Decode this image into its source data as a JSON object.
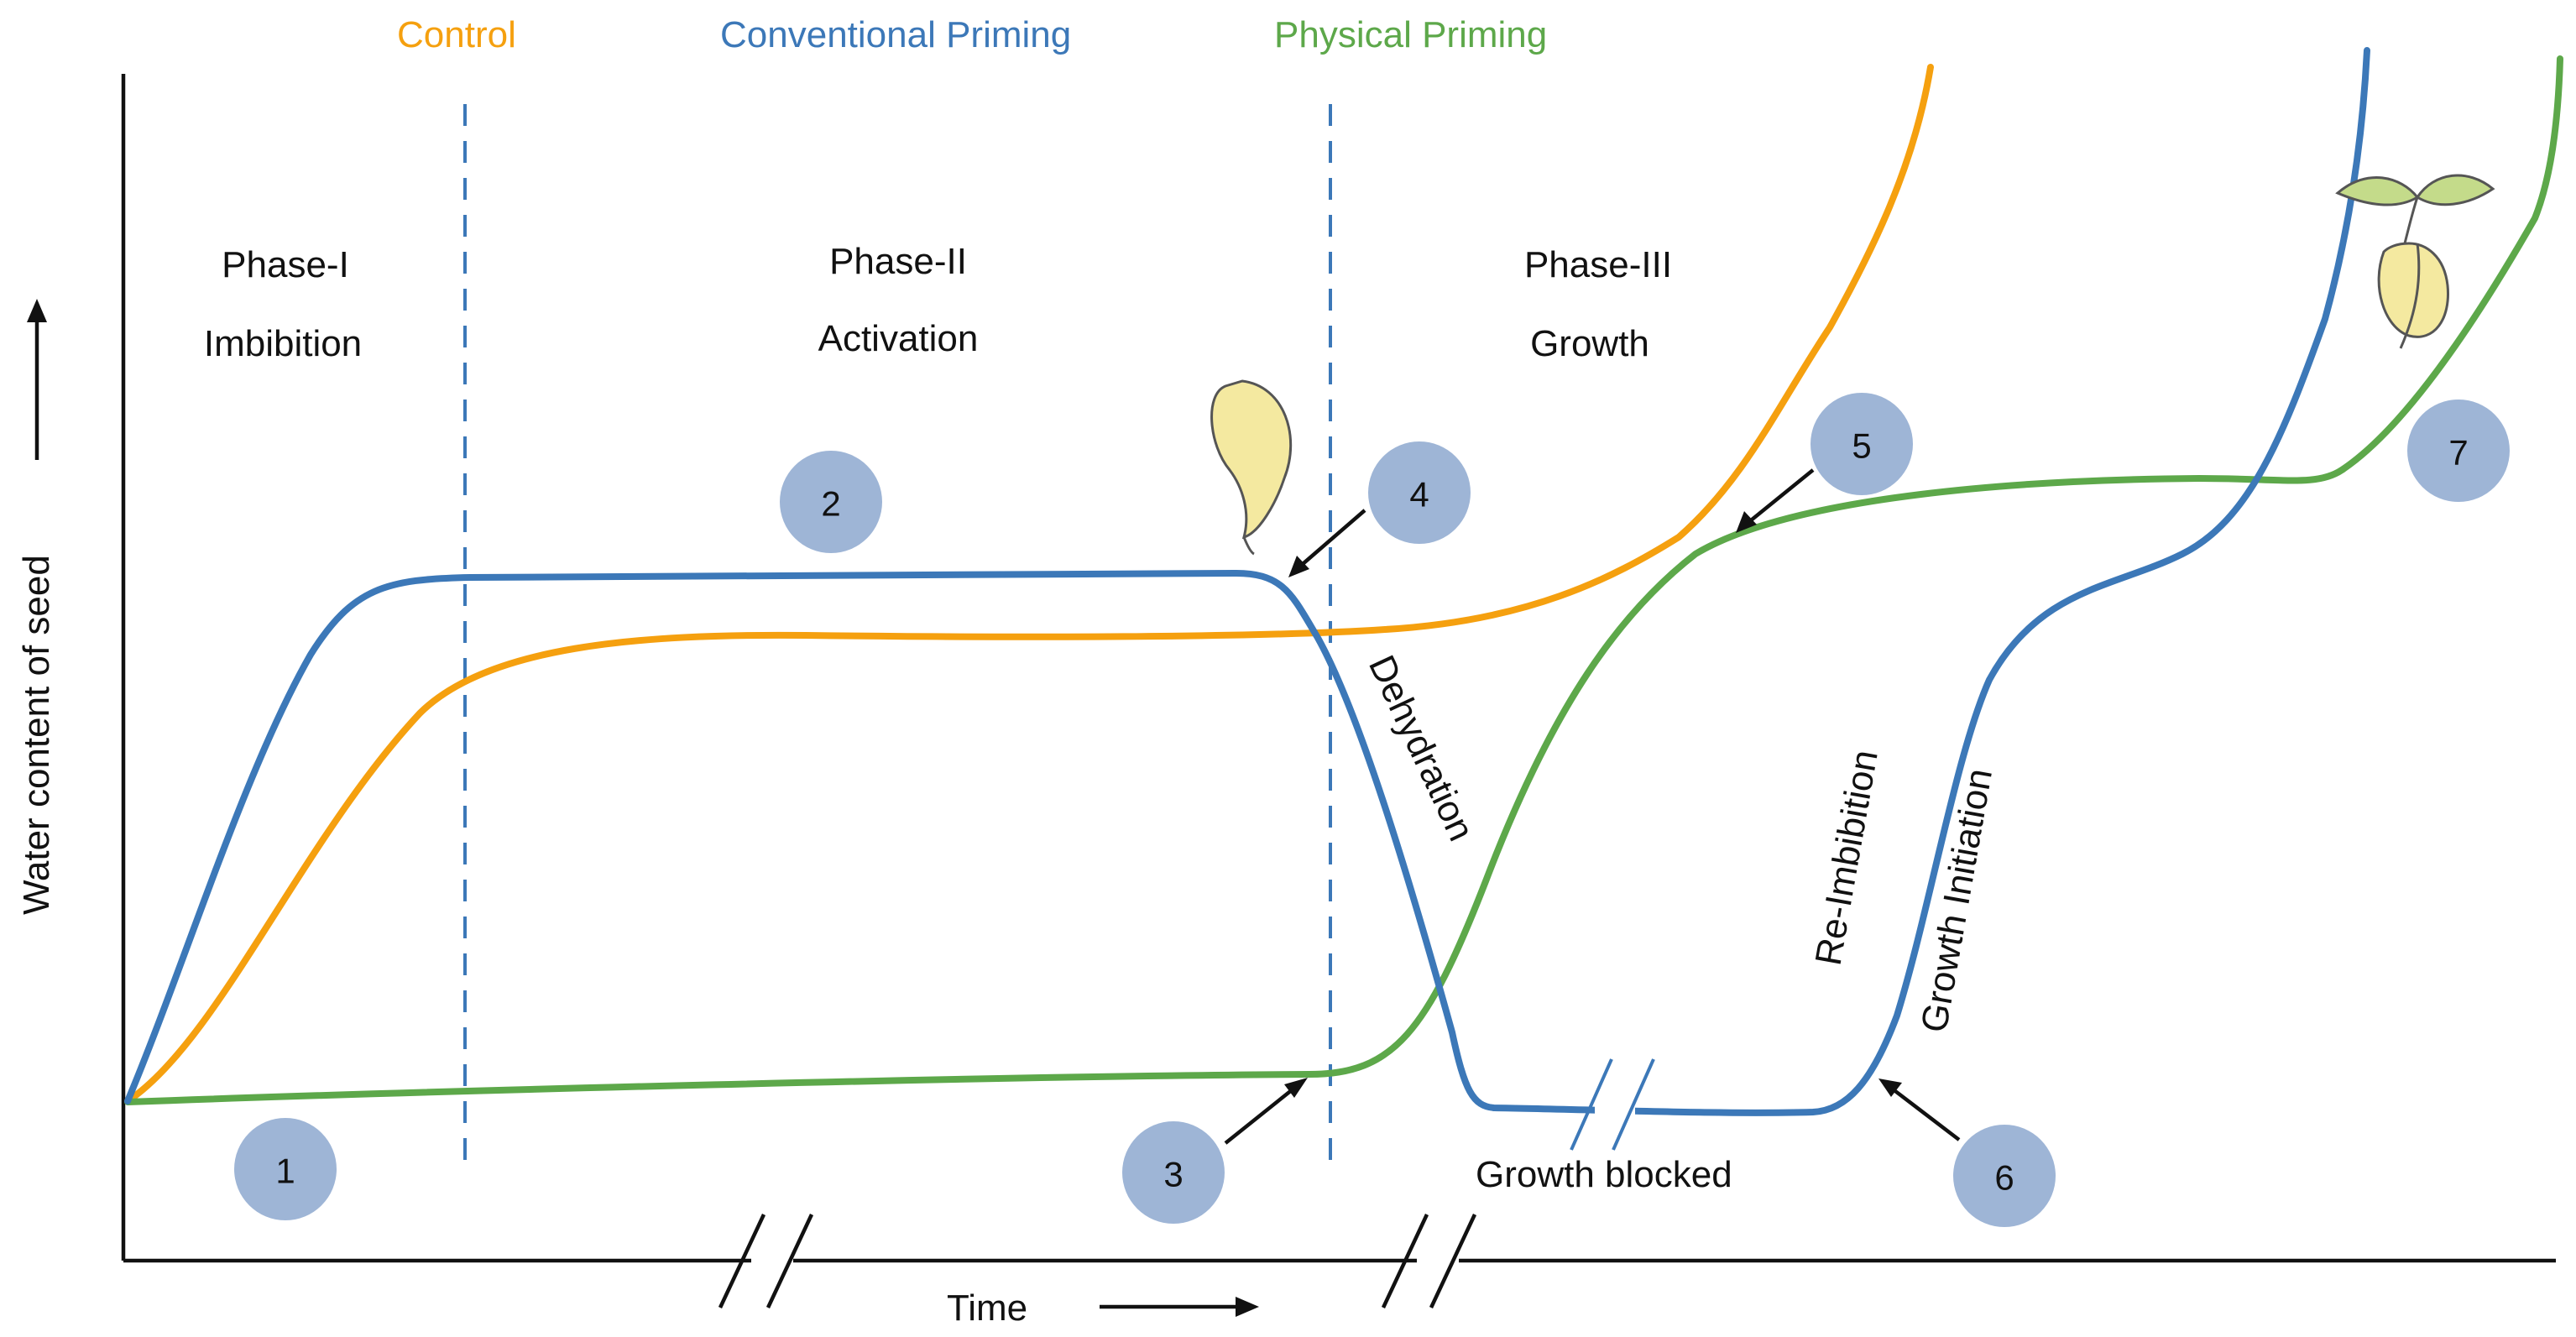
{
  "legend": {
    "control": "Control",
    "conventional": "Conventional Priming",
    "physical": "Physical Priming"
  },
  "axes": {
    "ylabel": "Water content of seed",
    "xlabel": "Time"
  },
  "phases": [
    {
      "name": "Phase-I",
      "desc": "Imbibition"
    },
    {
      "name": "Phase-II",
      "desc": "Activation"
    },
    {
      "name": "Phase-III",
      "desc": "Growth"
    }
  ],
  "annotations": {
    "dehydration": "Dehydration",
    "re_imbibition": "Re-Imbibition",
    "growth_initiation": "Growth Initiation",
    "growth_blocked": "Growth blocked"
  },
  "markers": [
    "1",
    "2",
    "3",
    "4",
    "5",
    "6",
    "7"
  ],
  "colors": {
    "control": "#F5A00F",
    "conventional": "#3C78B8",
    "physical": "#5DA84A",
    "marker_fill": "#9EB5D6",
    "phase_divider": "#3C78B8",
    "seed_fill": "#F4E9A0",
    "leaf_fill": "#C4DB8A"
  },
  "icons": {
    "dry_seed": "seed-icon",
    "seedling": "sprouting-seedling-icon"
  }
}
